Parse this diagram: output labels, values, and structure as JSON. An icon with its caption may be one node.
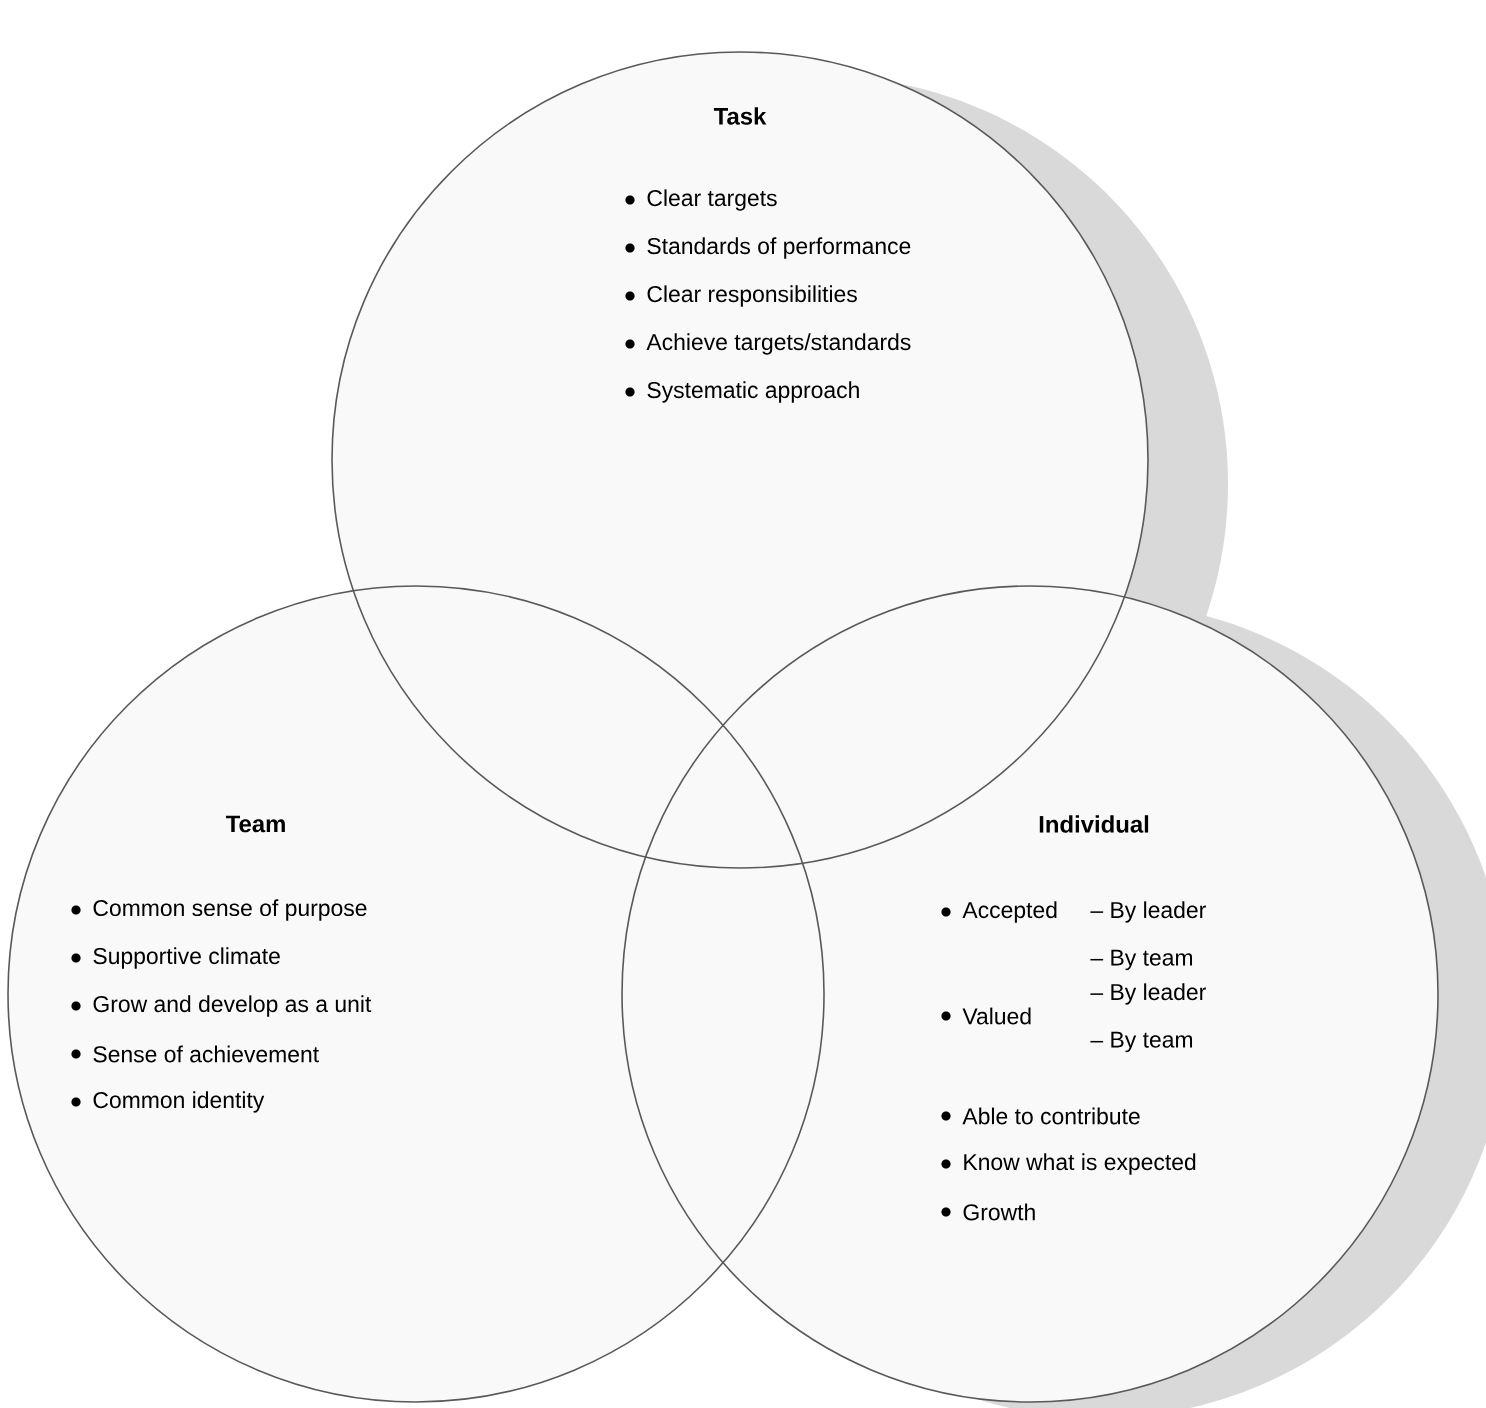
{
  "diagram": {
    "nodes": [
      {
        "text": [
          "Task",
          "Clear targets",
          "Standards of performance",
          "Clear responsibilities",
          "Achieve targets/standards",
          "Systematic approach"
        ]
      },
      {
        "text": [
          "Team",
          "Common sense of purpose",
          "Supportive climate",
          "Grow and develop as a unit",
          "Sense of achievement",
          "Common identity"
        ]
      },
      {
        "text": [
          "Individual",
          "Accepted",
          "– By leader",
          "– By team",
          "Valued",
          "– By leader",
          "– By team",
          "Able to contribute",
          "Know what is expected",
          "Growth"
        ]
      }
    ]
  }
}
